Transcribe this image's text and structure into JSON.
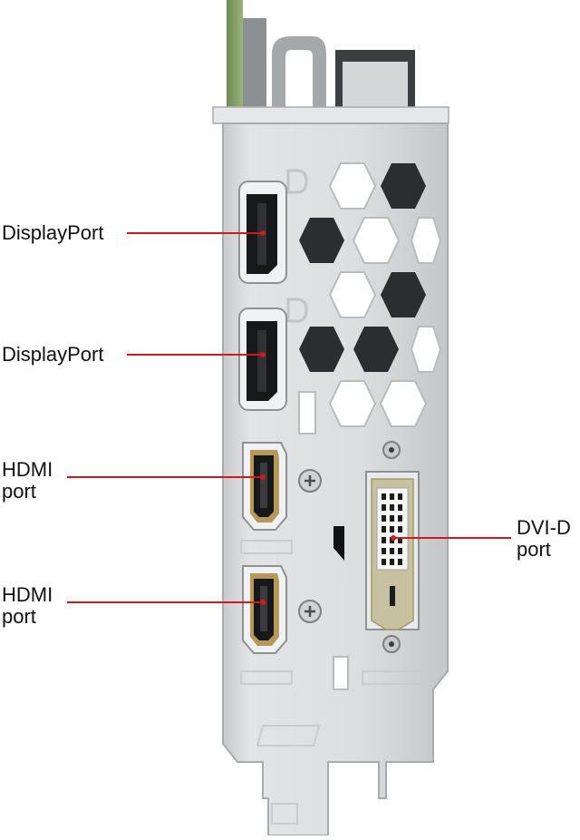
{
  "callouts": {
    "dp1": "DisplayPort",
    "dp2": "DisplayPort",
    "hdmi1": [
      "HDMI",
      "port"
    ],
    "hdmi2": [
      "HDMI",
      "port"
    ],
    "dvi": [
      "DVI-D",
      "port"
    ]
  },
  "colors": {
    "leader_line": "#d0191f",
    "bracket": "#d9dbdc",
    "bracket_edge": "#a9acae",
    "port_dark": "#17181a",
    "port_gold": "#b6985a"
  },
  "icons": [
    "displayport-logo-icon",
    "screw-icon",
    "dvi-connector-icon",
    "hdmi-connector-icon"
  ]
}
